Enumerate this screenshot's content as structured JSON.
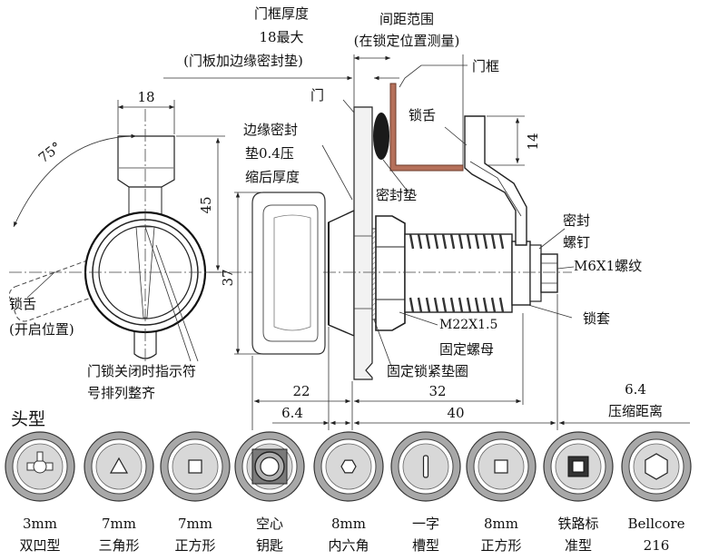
{
  "labels": {
    "door_frame_thickness": [
      "门框厚度",
      "18最大",
      "(门板加边缘密封垫)"
    ],
    "spacing_range": [
      "间距范围",
      "(在锁定位置测量)"
    ],
    "door_frame": "门框",
    "door": "门",
    "tongue": "锁舌",
    "edge_seal": [
      "边缘密封",
      "垫0.4压",
      "缩后厚度"
    ],
    "seal": "密封垫",
    "seal_screw": [
      "密封",
      "螺钉"
    ],
    "thread": "M6X1螺纹",
    "lock_sleeve": "锁套",
    "nut": [
      "M22X1.5",
      "固定螺母"
    ],
    "washer": "固定锁紧垫圈",
    "tongue_open": [
      "锁舌",
      "(开启位置)"
    ],
    "indicator": [
      "门锁关闭时指示符",
      "号排列整齐"
    ],
    "head_types_title": "头型"
  },
  "dimensions": {
    "d18": "18",
    "d45": "45",
    "d37": "37",
    "d75": "75°",
    "d14": "14",
    "d22": "22",
    "d32": "32",
    "d6_4_left": "6.4",
    "d40": "40",
    "d6_4_right": "6.4",
    "compress_distance": "压缩距离"
  },
  "head_types": [
    {
      "line1": "3mm",
      "line2": "双凹型",
      "icon": "double-groove-icon"
    },
    {
      "line1": "7mm",
      "line2": "三角形",
      "icon": "triangle-icon"
    },
    {
      "line1": "7mm",
      "line2": "正方形",
      "icon": "square-icon"
    },
    {
      "line1": "空心",
      "line2": "钥匙",
      "icon": "hollow-key-icon"
    },
    {
      "line1": "8mm",
      "line2": "内六角",
      "icon": "hex-socket-icon"
    },
    {
      "line1": "一字",
      "line2": "槽型",
      "icon": "slot-icon"
    },
    {
      "line1": "8mm",
      "line2": "正方形",
      "icon": "square-icon"
    },
    {
      "line1": "铁路标",
      "line2": "准型",
      "icon": "railway-square-icon"
    },
    {
      "line1": "Bellcore",
      "line2": "216",
      "icon": "bellcore-hex-icon"
    }
  ],
  "colors": {
    "frame_brown": "#b5705a",
    "seal_dark": "#1a1a1a",
    "head_gray": "#a8a8a8",
    "head_dark": "#7a7a7a"
  }
}
